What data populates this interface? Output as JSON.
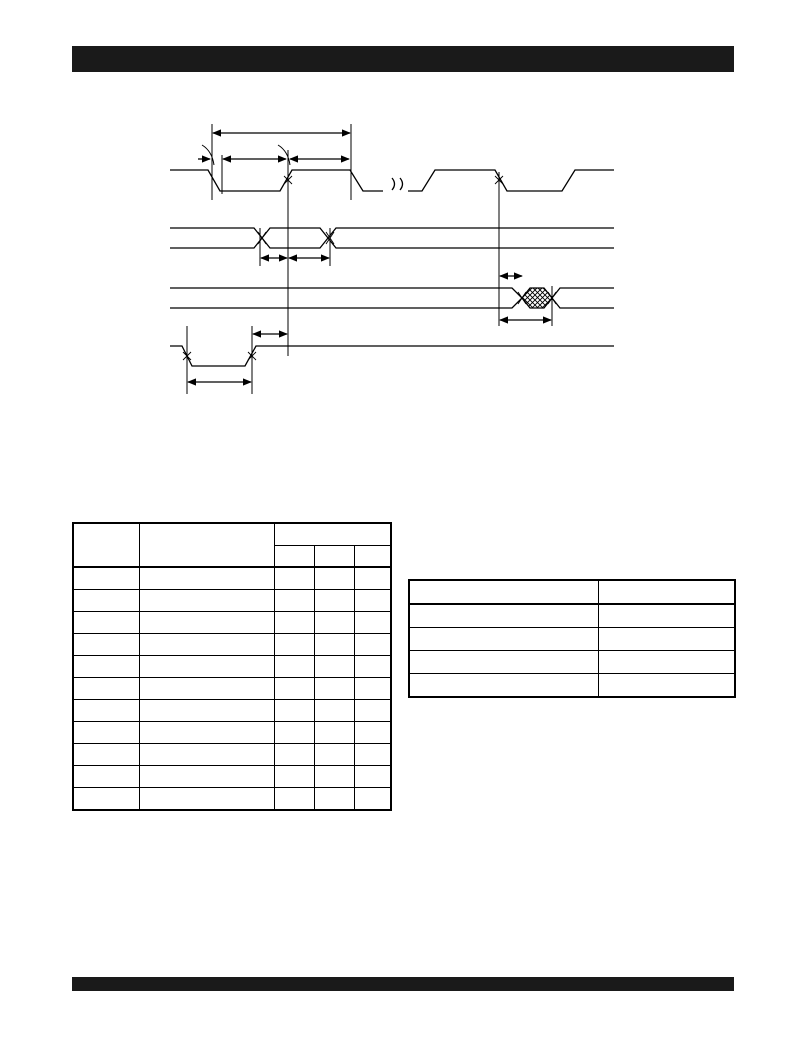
{
  "header_bar": {
    "color": "#1a1a1a"
  },
  "footer_bar": {
    "color": "#1a1a1a"
  },
  "timing_diagram": {
    "line_color": "#000000",
    "hatch": "crosshatch"
  },
  "table_left": {
    "header_rows": 2,
    "body_rows": 11,
    "columns": 5
  },
  "table_right": {
    "rows": 5,
    "columns": 2
  }
}
